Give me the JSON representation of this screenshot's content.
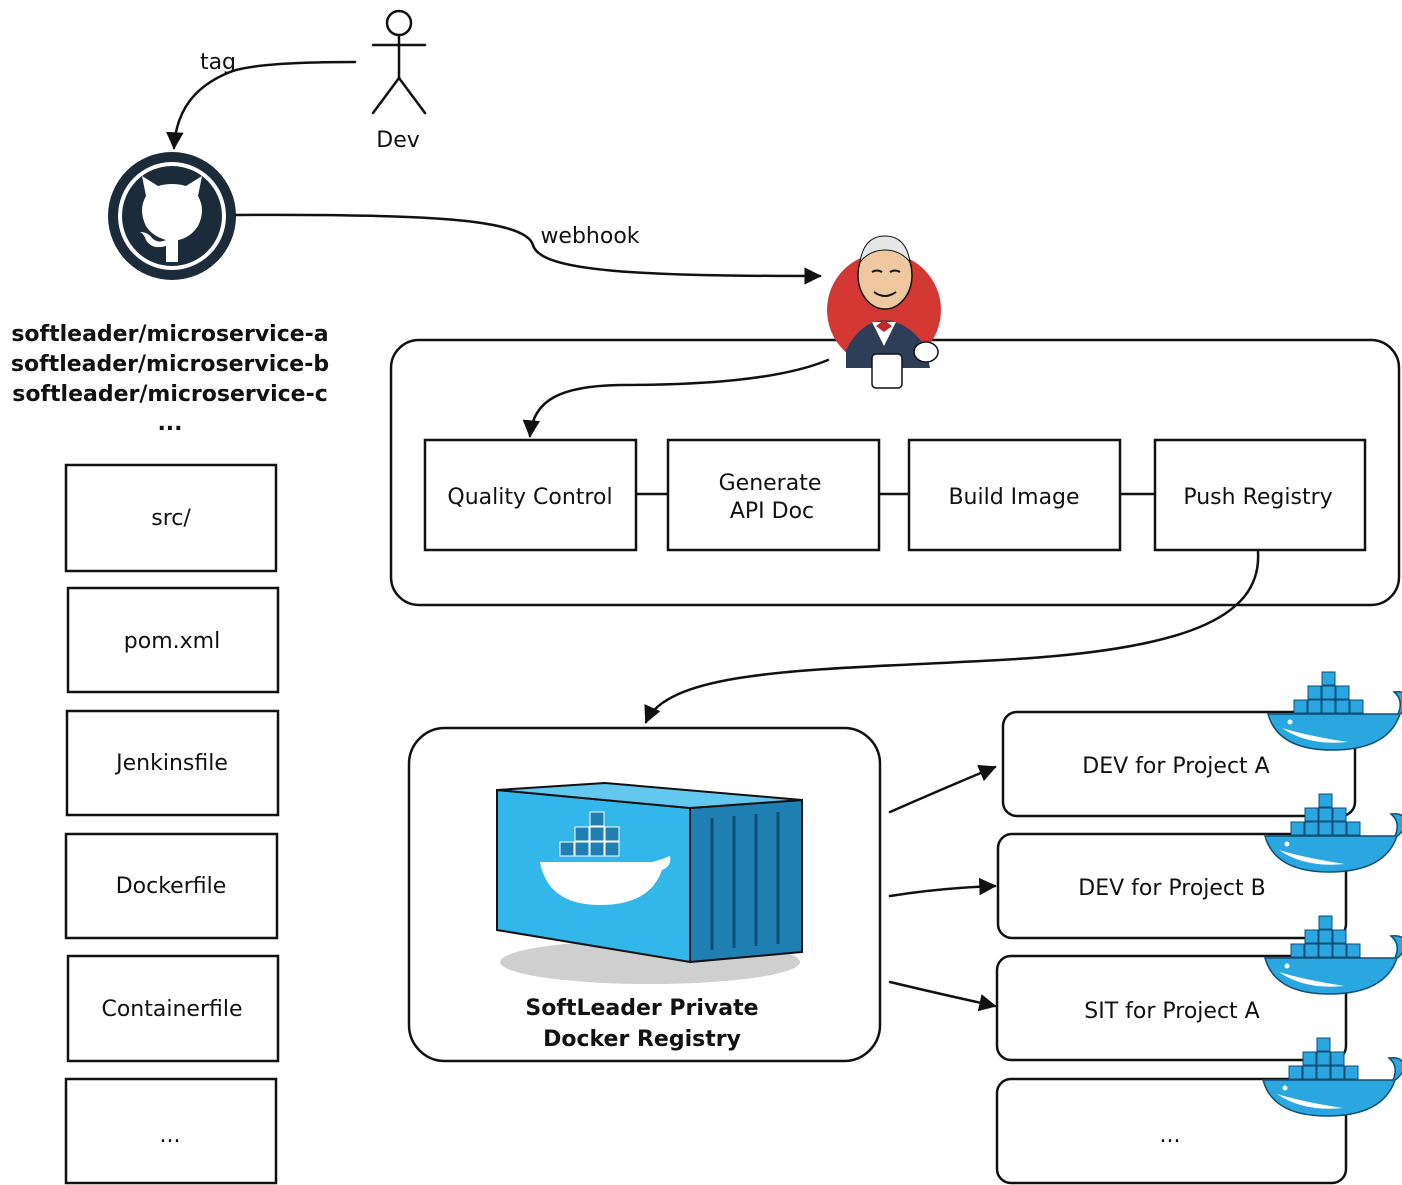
{
  "actor": {
    "label": "Dev"
  },
  "edges": {
    "tag": "tag",
    "webhook": "webhook"
  },
  "repos": {
    "names": [
      "softleader/microservice-a",
      "softleader/microservice-b",
      "softleader/microservice-c"
    ],
    "more": "..."
  },
  "files": [
    "src/",
    "pom.xml",
    "Jenkinsfile",
    "Dockerfile",
    "Containerfile",
    "..."
  ],
  "pipeline": {
    "stages": [
      {
        "line1": "Quality Control",
        "line2": ""
      },
      {
        "line1": "Generate",
        "line2": "API Doc"
      },
      {
        "line1": "Build Image",
        "line2": ""
      },
      {
        "line1": "Push Registry",
        "line2": ""
      }
    ]
  },
  "registry": {
    "line1": "SoftLeader Private",
    "line2": "Docker Registry"
  },
  "environments": [
    "DEV for Project A",
    "DEV for Project B",
    "SIT for Project A",
    "..."
  ],
  "colors": {
    "github": "#1b2b3a",
    "jenkins_red": "#d33833",
    "docker_blue": "#2aa6e0",
    "container_blue": "#33b6ea",
    "container_dark": "#1f7fb3"
  },
  "icons": {
    "github": "github-octocat-icon",
    "jenkins": "jenkins-butler-icon",
    "docker": "docker-whale-icon",
    "container": "shipping-container-icon",
    "actor": "stick-figure-icon"
  }
}
